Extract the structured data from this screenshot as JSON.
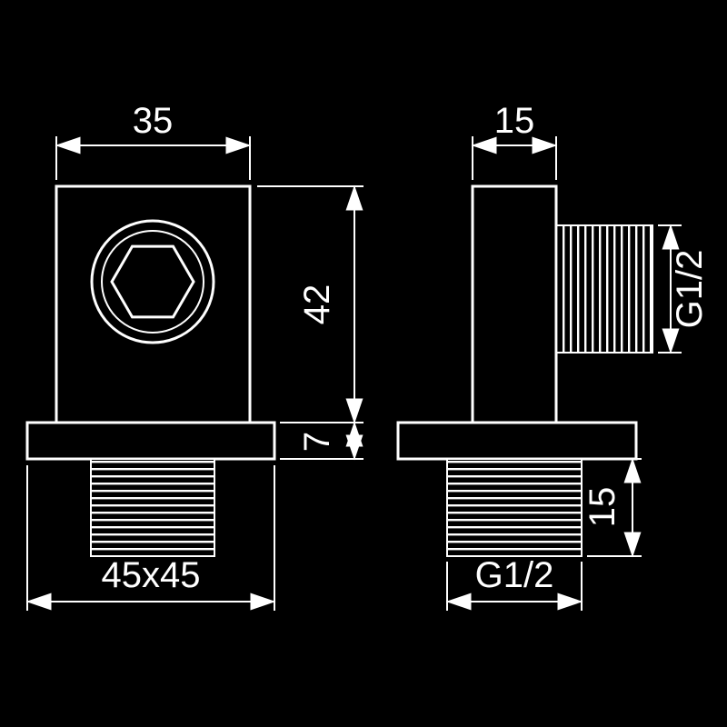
{
  "drawing": {
    "kind": "technical-dimension-drawing",
    "colors": {
      "background": "#000000",
      "lines": "#ffffff",
      "text": "#ffffff"
    },
    "front_view": {
      "body_width": "35",
      "body_height": "42",
      "flange_thickness": "7",
      "flange_size": "45x45"
    },
    "side_view": {
      "body_depth": "15",
      "side_thread_size": "G1/2",
      "bottom_thread_length": "15",
      "bottom_thread_size": "G1/2"
    }
  }
}
